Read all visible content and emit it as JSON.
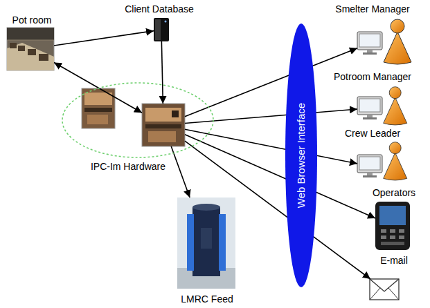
{
  "diagram": {
    "nodes": [
      {
        "text": [
          "Pot room"
        ]
      },
      {
        "text": [
          "Client Database"
        ]
      },
      {
        "text": [
          "IPC-Im Hardware"
        ]
      },
      {
        "text": [
          "Web Browser Interface"
        ]
      },
      {
        "text": [
          "Smelter Manager"
        ]
      },
      {
        "text": [
          "Potroom Manager"
        ]
      },
      {
        "text": [
          "Crew Leader"
        ]
      },
      {
        "text": [
          "Operators"
        ]
      },
      {
        "text": [
          "E-mail"
        ]
      },
      {
        "text": [
          "LMRC Feed"
        ]
      }
    ],
    "edges": [
      {
        "from": 0,
        "to": 1,
        "arrow": "to"
      },
      {
        "from": 1,
        "to": 2,
        "arrow": "to"
      },
      {
        "from": 0,
        "to": 2,
        "arrow": "both"
      },
      {
        "from": 2,
        "to": 4,
        "arrow": "to"
      },
      {
        "from": 2,
        "to": 5,
        "arrow": "to"
      },
      {
        "from": 2,
        "to": 6,
        "arrow": "to"
      },
      {
        "from": 2,
        "to": 7,
        "arrow": "to"
      },
      {
        "from": 2,
        "to": 8,
        "arrow": "to"
      },
      {
        "from": 2,
        "to": 9,
        "arrow": "to"
      }
    ]
  }
}
